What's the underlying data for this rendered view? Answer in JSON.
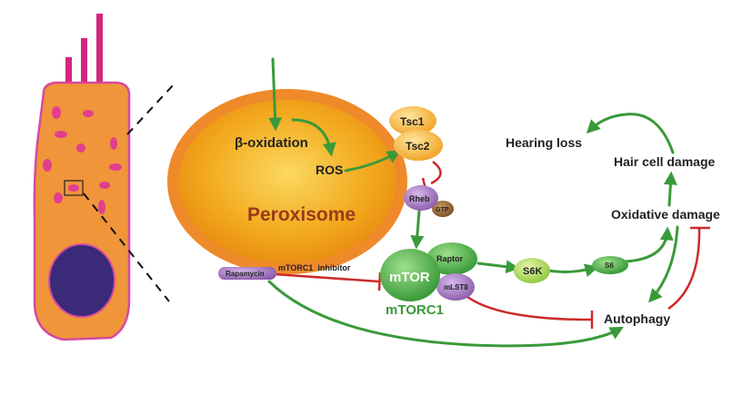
{
  "labels": {
    "beta_oxidation": "β-oxidation",
    "ros": "ROS",
    "peroxisome": "Peroxisome",
    "tsc1": "Tsc1",
    "tsc2": "Tsc2",
    "rheb": "Rheb",
    "gtp": "GTP",
    "mtor": "mTOR",
    "raptor": "Raptor",
    "mlst8": "mLST8",
    "mtorc1": "mTORC1",
    "rapamycin": "Rapamycin",
    "mtorc1_inhibitor": "mTORC1  inhibitor",
    "s6k": "S6K",
    "s6": "S6",
    "hearing_loss": "Hearing loss",
    "hair_cell_damage": "Hair cell damage",
    "oxidative_damage": "Oxidative damage",
    "autophagy": "Autophagy"
  },
  "colors": {
    "activation_arrow": "#3a9a3a",
    "inhibition_line": "#cc2a2a",
    "peroxisome_fill": "#f2a81c",
    "peroxisome_rim": "#ef8a2a",
    "hair_cell_fill": "#f0953a",
    "hair_cell_border": "#d64aa0",
    "nucleus_fill": "#3b2a78",
    "stereocilia": "#d4267e",
    "organelle": "#e23e8e",
    "mtor_green": "#4cb04a",
    "rheb_purple": "#9a6fb8",
    "text_dark": "#222222",
    "peroxisome_text": "#9a3a1a",
    "mtorc1_text": "#3a9a3a"
  },
  "icons": {
    "hair_cell": "hair-cell-icon",
    "nucleus": "nucleus-icon"
  }
}
